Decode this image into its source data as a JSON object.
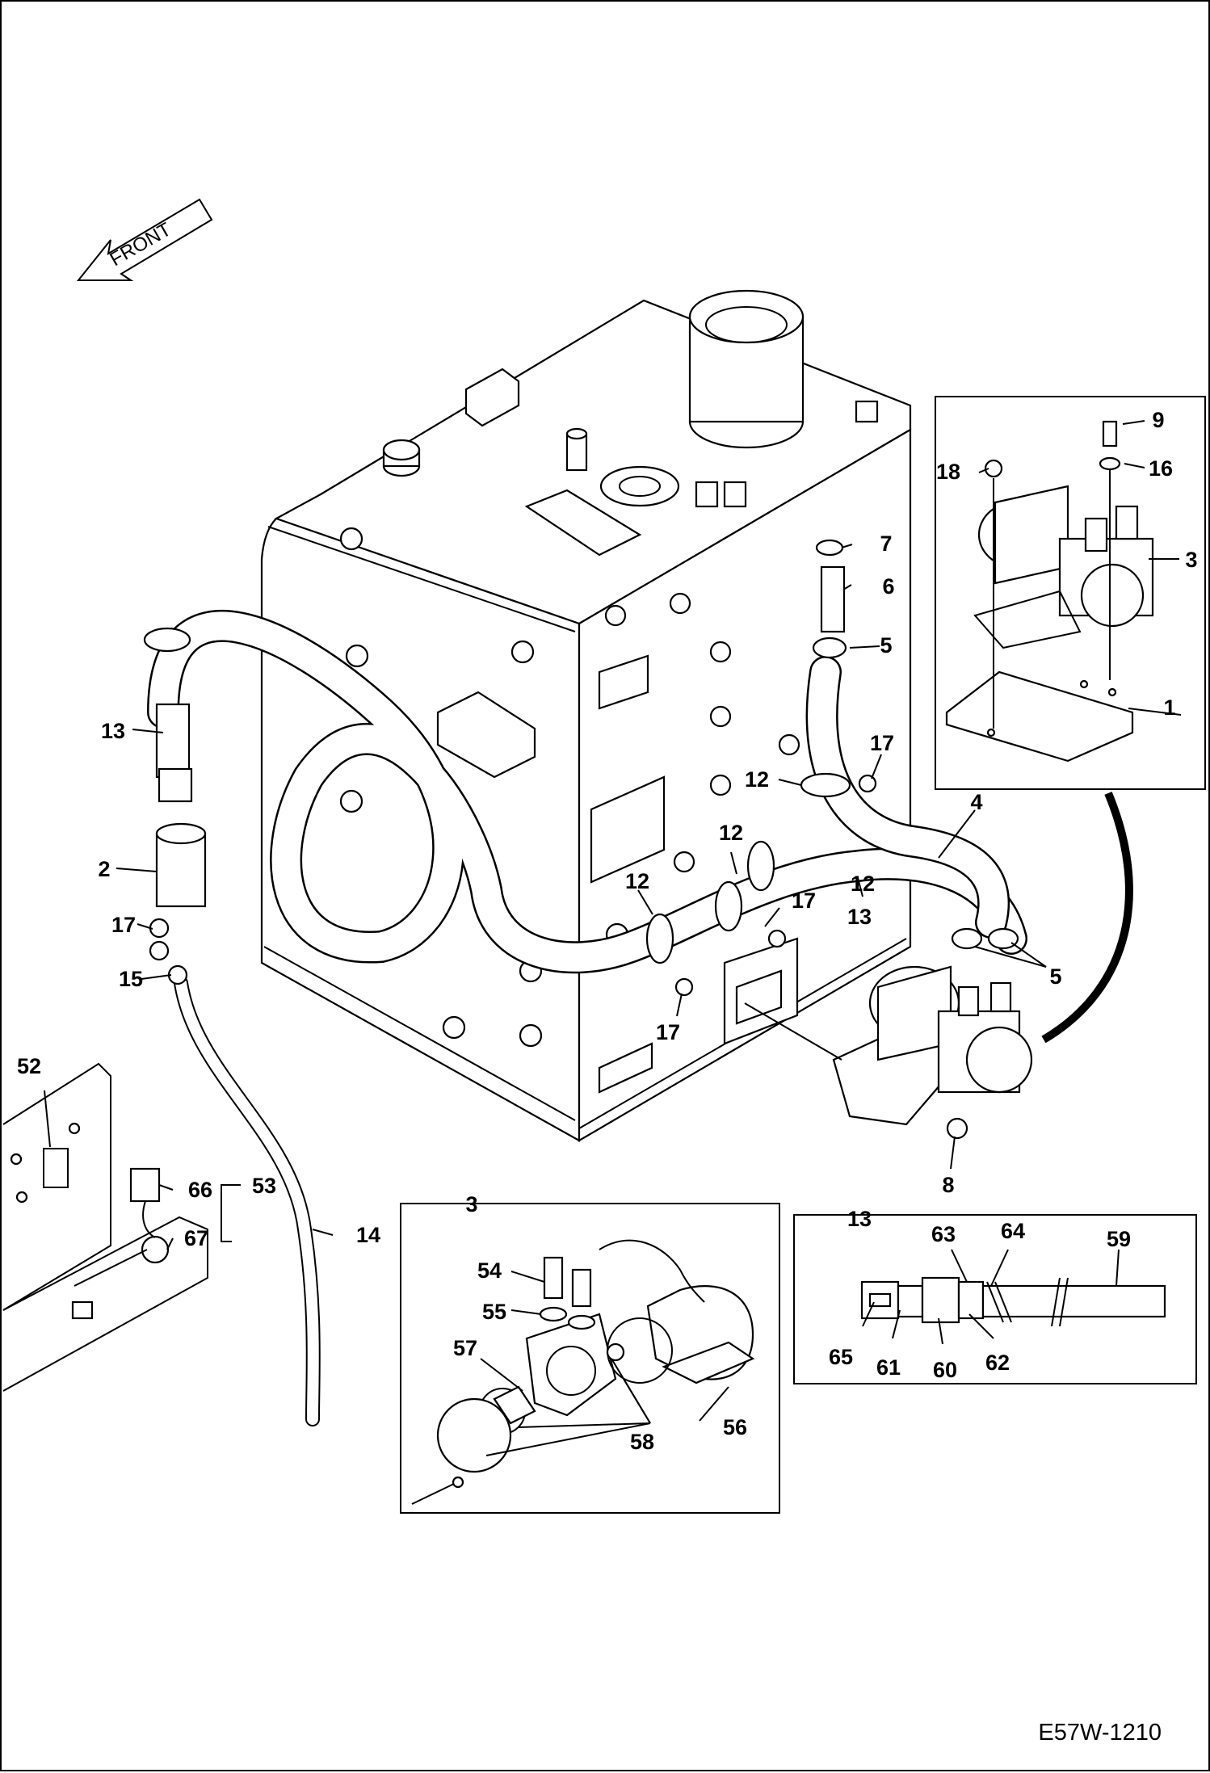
{
  "direction_arrow": {
    "text": "FRONT"
  },
  "drawing_code": "E57W-1210",
  "part_labels": [
    "1",
    "2",
    "3",
    "4",
    "5",
    "5",
    "6",
    "7",
    "8",
    "9",
    "12",
    "12",
    "12",
    "12",
    "13",
    "13",
    "13",
    "14",
    "15",
    "16",
    "17",
    "17",
    "17",
    "17",
    "18",
    "3",
    "52",
    "53",
    "54",
    "55",
    "56",
    "57",
    "58",
    "59",
    "60",
    "61",
    "62",
    "63",
    "64",
    "65",
    "66",
    "67"
  ],
  "detail_boxes": {
    "pump_kit": {
      "label": "3"
    },
    "hose_kit": {
      "label": "13"
    }
  },
  "colors": {
    "line": "#000000",
    "background": "#ffffff"
  }
}
